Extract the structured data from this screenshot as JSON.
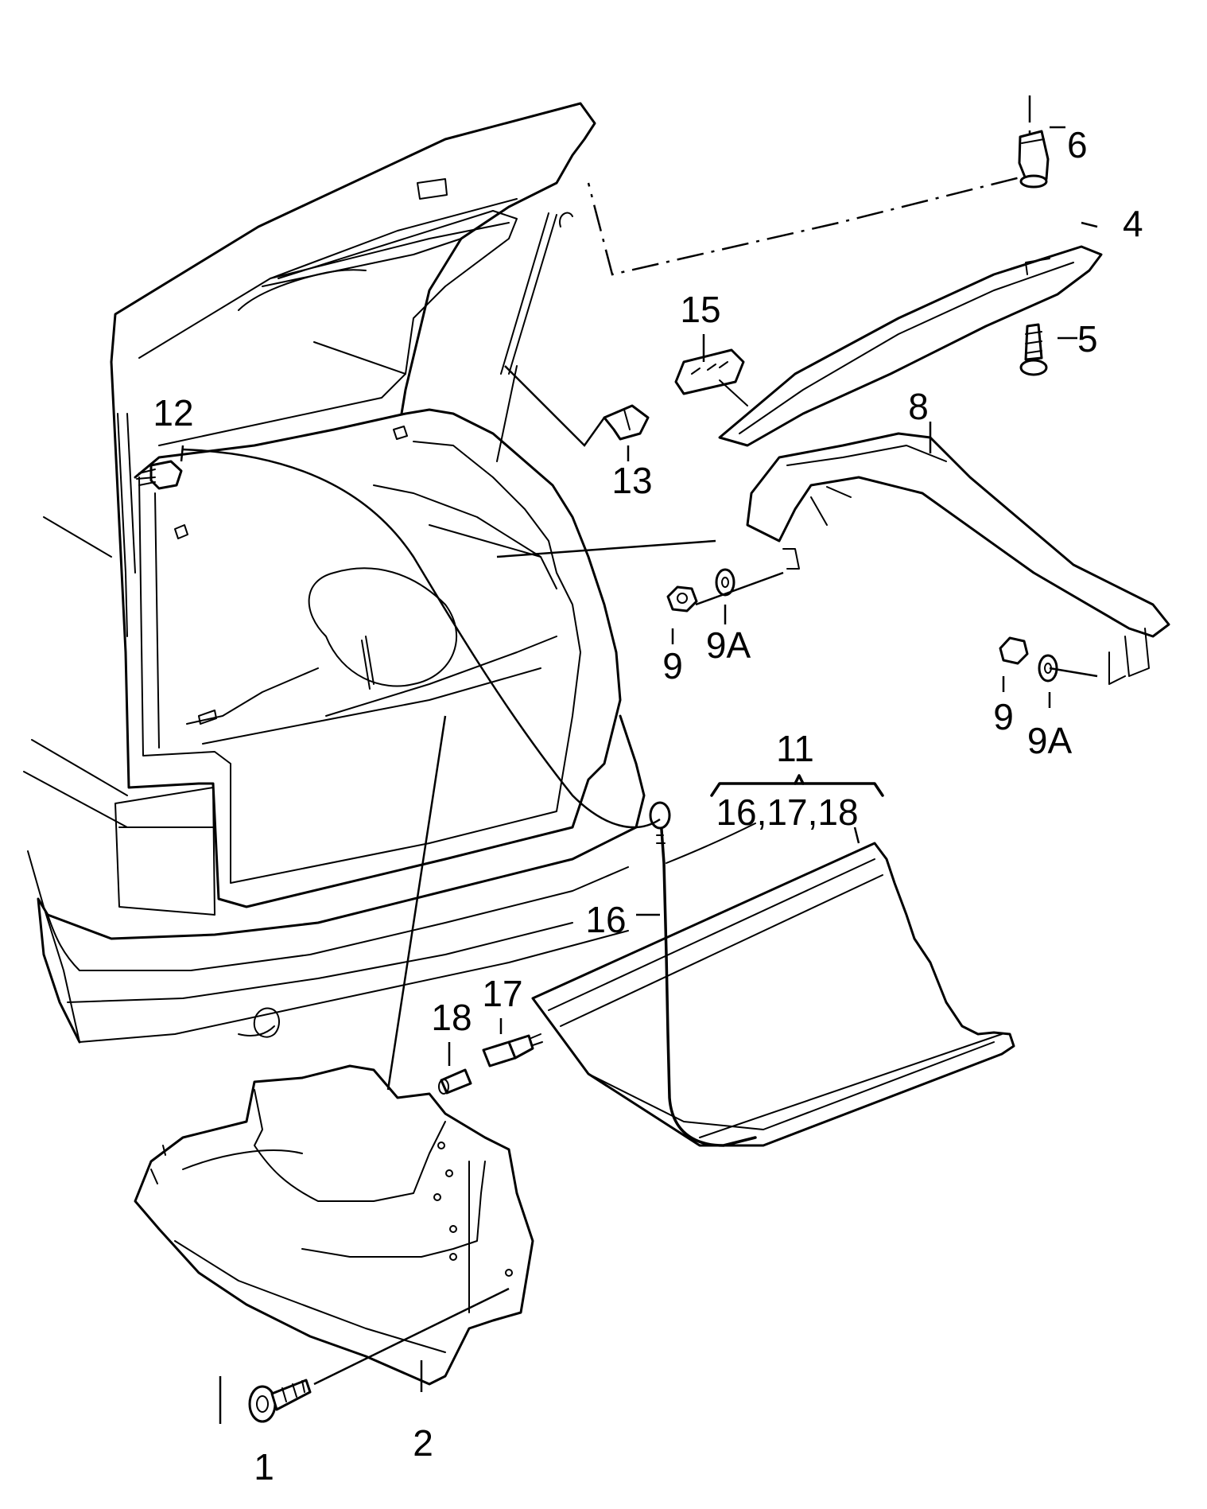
{
  "callouts": {
    "c1": "1",
    "c2": "2",
    "c4": "4",
    "c5": "5",
    "c6": "6",
    "c8": "8",
    "c9a": "9",
    "c9aA": "9A",
    "c9b": "9",
    "c9bA": "9A",
    "c11": "11",
    "c11_group": "16,17,18",
    "c12": "12",
    "c13": "13",
    "c15": "15",
    "c16": "16",
    "c17": "17",
    "c18": "18"
  },
  "colors": {
    "ink": "#000000",
    "paper": "#ffffff"
  }
}
